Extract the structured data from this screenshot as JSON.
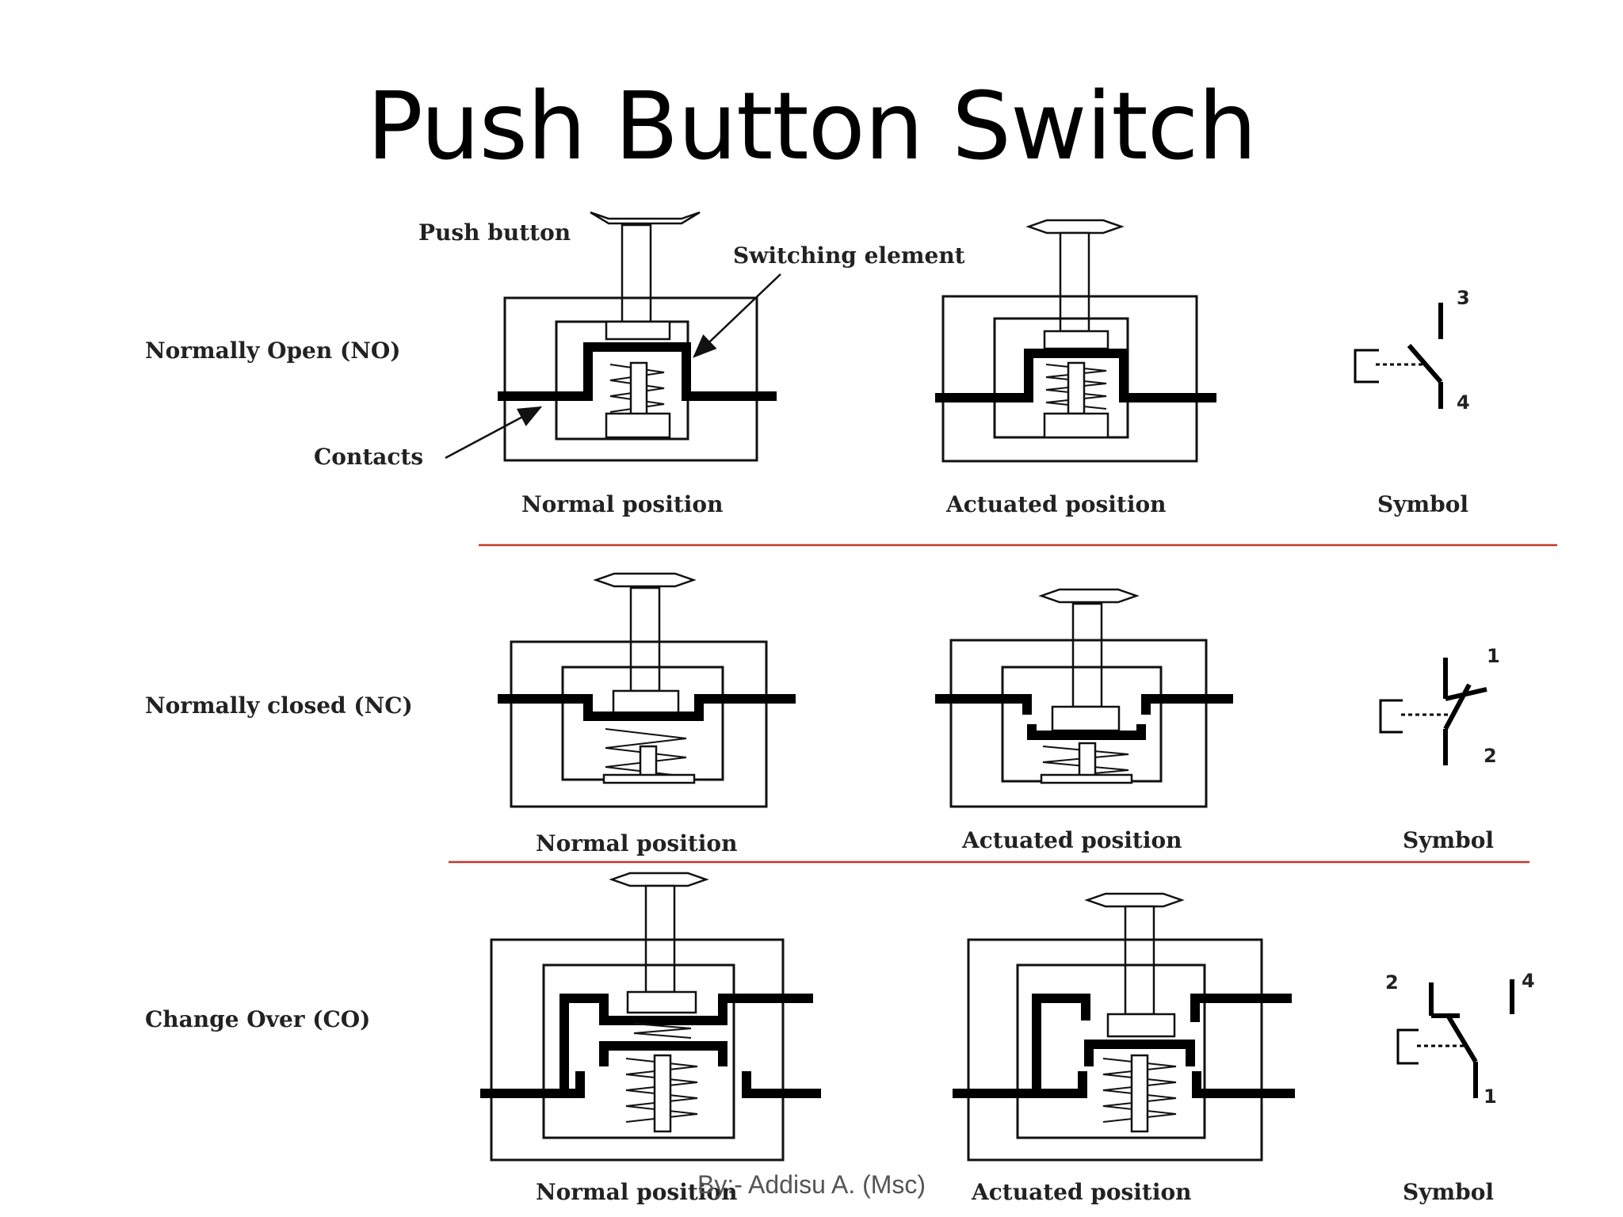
{
  "title": "Push Button Switch",
  "annotations": {
    "push_button": "Push button",
    "switching_element": "Switching element",
    "contacts": "Contacts"
  },
  "rows": [
    {
      "label": "Normally Open (NO)",
      "normal_caption": "Normal position",
      "actuated_caption": "Actuated position",
      "symbol_caption": "Symbol",
      "terminals": [
        "3",
        "4"
      ]
    },
    {
      "label": "Normally closed (NC)",
      "normal_caption": "Normal position",
      "actuated_caption": "Actuated position",
      "symbol_caption": "Symbol",
      "terminals": [
        "1",
        "2"
      ]
    },
    {
      "label": "Change Over (CO)",
      "normal_caption": "Normal position",
      "actuated_caption": "Actuated position",
      "symbol_caption": "Symbol",
      "terminals": [
        "2",
        "4",
        "1"
      ]
    }
  ],
  "credit": "By:- Addisu A. (Msc)",
  "colors": {
    "separator": "#c0392b",
    "ink": "#000000"
  }
}
